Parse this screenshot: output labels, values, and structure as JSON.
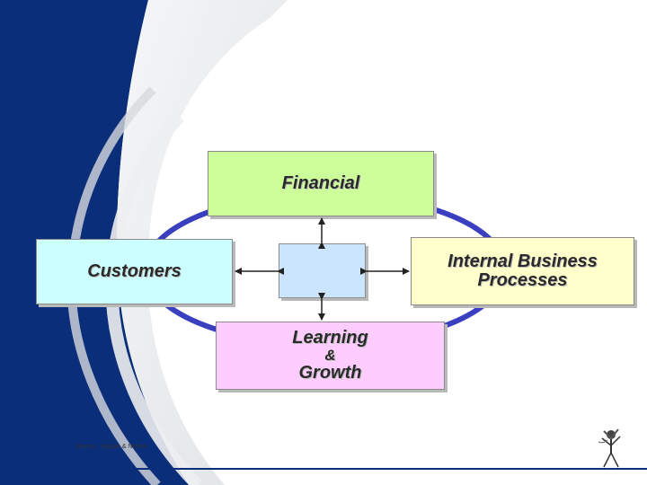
{
  "diagram": {
    "nodes": {
      "financial": {
        "label": "Financial",
        "fill": "#ccff99"
      },
      "customers": {
        "label": "Customers",
        "fill": "#ccffff"
      },
      "internal": {
        "label_line1": "Internal Business",
        "label_line2": "Processes",
        "fill": "#ffffcc"
      },
      "learning": {
        "label_line1": "Learning",
        "label_line2": "&",
        "label_line3": "Growth",
        "fill": "#ffccff"
      },
      "center": {
        "label": "",
        "fill": "#cce5ff"
      }
    },
    "edges": [
      {
        "from": "center",
        "to": "financial"
      },
      {
        "from": "center",
        "to": "customers"
      },
      {
        "from": "center",
        "to": "internal"
      },
      {
        "from": "center",
        "to": "learning"
      }
    ],
    "cycle_color": "#3a3fbf"
  },
  "footer": {
    "source": "Source : Kaplan & Norton"
  },
  "theme": {
    "navy": "#0b2e7a",
    "swirl": "#e6e8ea"
  },
  "logo": {
    "icon": "figure-logo-icon"
  }
}
